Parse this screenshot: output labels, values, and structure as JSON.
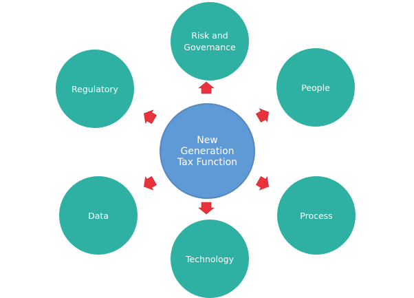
{
  "diagram": {
    "center": {
      "label": "New\nGeneration\nTax Function"
    },
    "nodes": {
      "risk_governance": {
        "label": "Risk and\nGovernance"
      },
      "regulatory": {
        "label": "Regulatory"
      },
      "people": {
        "label": "People"
      },
      "data": {
        "label": "Data"
      },
      "process": {
        "label": "Process"
      },
      "technology": {
        "label": "Technology"
      }
    },
    "colors": {
      "outer_node": "#2eb1a2",
      "center_node": "#5f9ad6",
      "arrow": "#e8333d",
      "text": "#ffffff"
    }
  }
}
